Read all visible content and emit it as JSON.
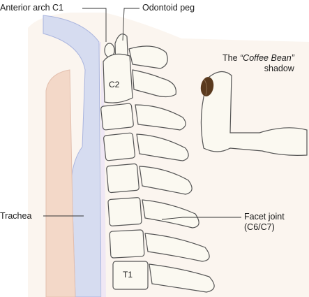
{
  "labels": {
    "anterior_arch": "Anterior arch C1",
    "odontoid_peg": "Odontoid peg",
    "coffee_bean_prefix": "The ",
    "coffee_bean_italic": "“Coffee Bean”",
    "coffee_bean_suffix": "shadow",
    "trachea": "Trachea",
    "facet_joint": "Facet joint",
    "facet_level": "(C6/C7)",
    "c2": "C2",
    "t1": "T1"
  },
  "colors": {
    "soft_tissue_background": "#f7ede2",
    "airway_blue": "#d6dcf0",
    "airway_edge": "#a9b4de",
    "tracheal_wall_pink": "#f3d8c8",
    "bone_fill": "#fbf9f1",
    "bone_outline": "#555555",
    "coffee_bean": "#5a3a1e",
    "leader_line": "#333333"
  },
  "icons": [
    "coffee-bean-shadow"
  ]
}
